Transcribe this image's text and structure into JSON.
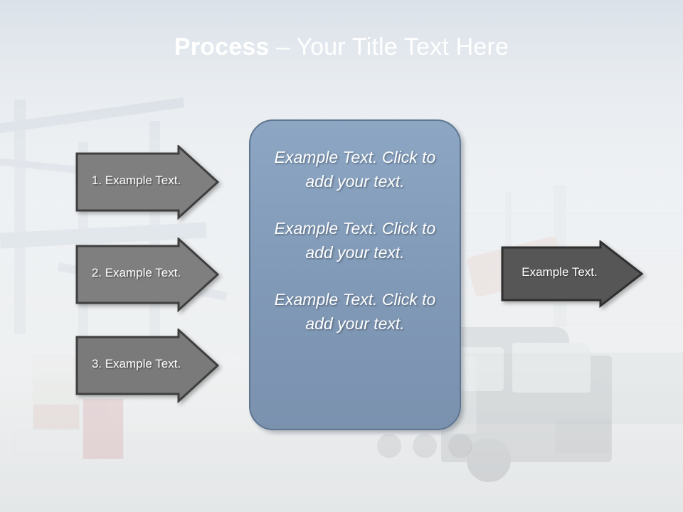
{
  "slide": {
    "title": {
      "bold_part": "Process",
      "rest_part": " – Your Title Text Here"
    },
    "background": {
      "scene": "port-shipping-photo",
      "banner_color_top": "#3f5572",
      "banner_color_bottom": "#93a9c1"
    }
  },
  "input_arrows": [
    {
      "label": "1. Example Text.",
      "fill": "#7f7f7f",
      "stroke": "#3f3f3f"
    },
    {
      "label": "2. Example Text.",
      "fill": "#7f7f7f",
      "stroke": "#3f3f3f"
    },
    {
      "label": "3. Example Text.",
      "fill": "#7a7a7a",
      "stroke": "#3f3f3f"
    }
  ],
  "output_arrow": {
    "label": "Example Text.",
    "fill": "#565656",
    "stroke": "#2f2f2f"
  },
  "centre_box": {
    "fill": "#8099b6",
    "stroke": "#5e7690",
    "blocks": [
      "Example Text. Click  to add your text.",
      "Example Text. Click  to add your text.",
      "Example Text. Click  to add your text."
    ]
  }
}
